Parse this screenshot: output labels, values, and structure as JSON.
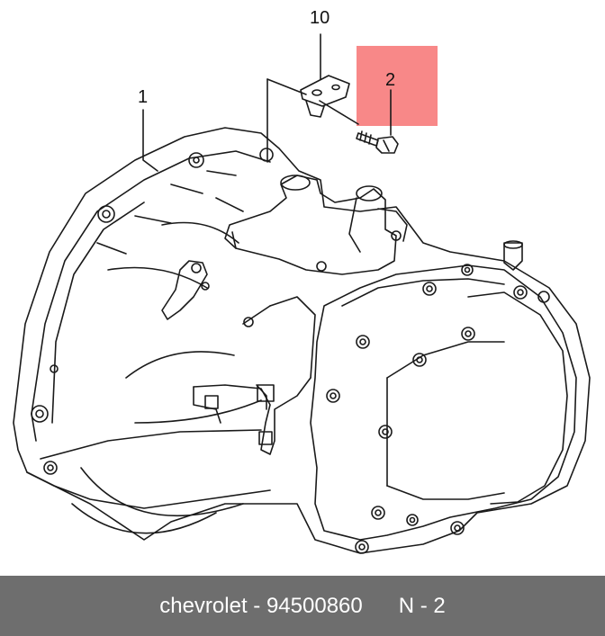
{
  "diagram": {
    "callouts": [
      {
        "label": "10",
        "part": "bracket"
      },
      {
        "label": "2",
        "part": "bolt",
        "highlighted": true
      },
      {
        "label": "1",
        "part": "transmission"
      }
    ],
    "highlight_color": "#f88888",
    "line_color": "#1a1a1a"
  },
  "footer": {
    "brand": "chevrolet",
    "separator": " - ",
    "part_number": "94500860",
    "position_label": "N - 2",
    "background": "#6e6e6e",
    "text_color": "#ffffff"
  }
}
